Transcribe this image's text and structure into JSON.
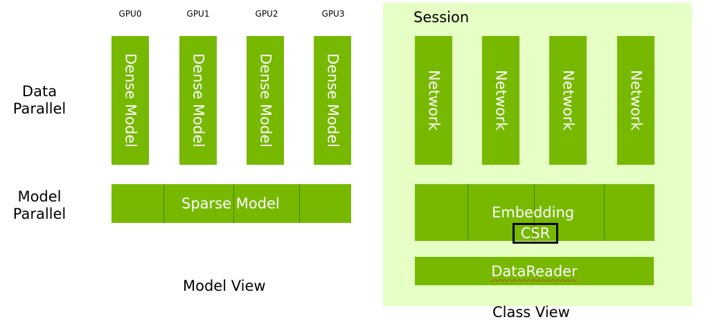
{
  "model_view": {
    "gpus": [
      "GPU0",
      "GPU1",
      "GPU2",
      "GPU3"
    ],
    "dense_label": "Dense Model",
    "sparse_label": "Sparse Model",
    "caption": "Model View"
  },
  "row_labels": {
    "data_parallel": "Data Parallel",
    "model_parallel": "Model Parallel"
  },
  "class_view": {
    "session_label": "Session",
    "network_label": "Network",
    "embedding_label": "Embedding",
    "csr_label": "CSR",
    "datareader_label": "DataReader",
    "caption": "Class View"
  },
  "colors": {
    "block_green": "#76b900",
    "panel_light_green": "#e6ffc4",
    "text_on_green": "#ffffff"
  }
}
